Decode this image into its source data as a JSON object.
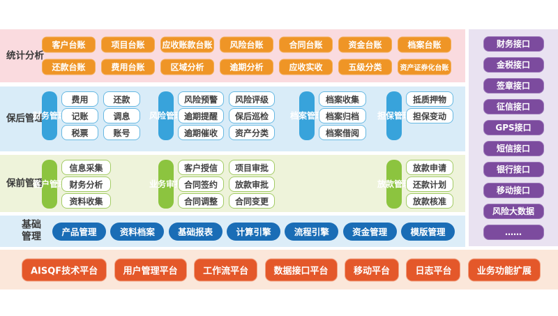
{
  "colors": {
    "stats_band": "#fadbdf",
    "stats_button": "#ef9526",
    "post_band": "#d9ecf8",
    "post_pill": "#38a3db",
    "post_cell_border": "#66b8e2",
    "pre_band": "#eef3da",
    "pre_pill": "#8cc43f",
    "pre_cell_border": "#a2cb64",
    "base_band": "#dcedf8",
    "base_button": "#1a6db6",
    "platform_band": "#fbe7da",
    "platform_button": "#e4582a",
    "interface_band": "#e9e2f1",
    "interface_button": "#7c4b9e"
  },
  "stats": {
    "label": "统计分析",
    "buttons": [
      "客户台账",
      "项目台账",
      "应收账款台账",
      "风险台账",
      "合同台账",
      "资金台账",
      "档案台账",
      "还款台账",
      "费用台账",
      "区域分析",
      "逾期分析",
      "应收实收",
      "五级分类",
      "资产证券化台账"
    ]
  },
  "post": {
    "label": "保后管理",
    "groups": [
      {
        "name": "财务管理",
        "items": [
          "费用",
          "还款",
          "记账",
          "调息",
          "税票",
          "账号"
        ]
      },
      {
        "name": "风险管理",
        "items": [
          "风险预警",
          "风险评级",
          "逾期提醒",
          "保后巡检",
          "逾期催收",
          "资产分类"
        ]
      },
      {
        "name": "档案管理",
        "items": [
          "档案收集",
          "档案归档",
          "档案借阅"
        ]
      },
      {
        "name": "担保管理",
        "items": [
          "抵质押物",
          "担保变动"
        ]
      }
    ]
  },
  "pre": {
    "label": "保前管理",
    "groups": [
      {
        "name": "客户管理",
        "items": [
          "信息采集",
          "财务分析",
          "资料收集"
        ]
      },
      {
        "name": "业务审批",
        "items": [
          "客户授信",
          "项目审批",
          "合同签约",
          "放款审批",
          "合同调整",
          "合同变更"
        ]
      },
      {
        "name": "放款管理",
        "items": [
          "放款申请",
          "还款计划",
          "放款核准"
        ]
      }
    ]
  },
  "base": {
    "label": "基础管理",
    "buttons": [
      "产品管理",
      "资料档案",
      "基础报表",
      "计算引擎",
      "流程引擎",
      "资金管理",
      "模版管理"
    ]
  },
  "platform": {
    "buttons": [
      "AISQF技术平台",
      "用户管理平台",
      "工作流平台",
      "数据接口平台",
      "移动平台",
      "日志平台"
    ],
    "extension": "业务功能扩展"
  },
  "interfaces": {
    "buttons": [
      "财务接口",
      "金税接口",
      "签章接口",
      "征信接口",
      "GPS接口",
      "短信接口",
      "银行接口",
      "移动接口",
      "风险大数据",
      "……"
    ]
  }
}
